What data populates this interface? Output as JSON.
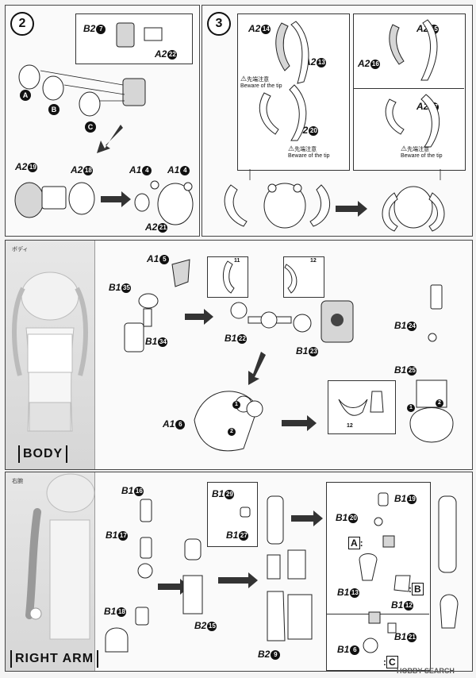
{
  "step2": {
    "number": "2"
  },
  "step3": {
    "number": "3"
  },
  "warning": {
    "jp": "先端注意",
    "en": "Beware of the tip"
  },
  "face_options": [
    "A",
    "B",
    "C"
  ],
  "sections": {
    "body": {
      "jp": "ボディ",
      "title": "BODY"
    },
    "arm": {
      "jp": "右腕",
      "title": "RIGHT ARM"
    }
  },
  "parts": {
    "b2_7": "B2",
    "b2_7n": "7",
    "a2_22": "A2",
    "a2_22n": "22",
    "a2_19": "A2",
    "a2_19n": "19",
    "a2_18": "A2",
    "a2_18n": "18",
    "a1_4a": "A1",
    "a1_4an": "4",
    "a1_4b": "A1",
    "a1_4bn": "4",
    "a2_21": "A2",
    "a2_21n": "21",
    "a2_14": "A2",
    "a2_14n": "14",
    "a2_13": "A2",
    "a2_13n": "13",
    "a2_20": "A2",
    "a2_20n": "20",
    "a2_15": "A2",
    "a2_15n": "15",
    "a2_16": "A2",
    "a2_16n": "16",
    "a2_17": "A2",
    "a2_17n": "17",
    "a1_5": "A1",
    "a1_5n": "5",
    "b1_35": "B1",
    "b1_35n": "35",
    "b1_34": "B1",
    "b1_34n": "34",
    "b1_22": "B1",
    "b1_22n": "22",
    "b1_23": "B1",
    "b1_23n": "23",
    "b1_24": "B1",
    "b1_24n": "24",
    "b1_25": "B1",
    "b1_25n": "25",
    "a1_6": "A1",
    "a1_6n": "6",
    "b1_16": "B1",
    "b1_16n": "16",
    "b1_17": "B1",
    "b1_17n": "17",
    "b1_18": "B1",
    "b1_18n": "18",
    "b2_15": "B2",
    "b2_15n": "15",
    "b1_29": "B1",
    "b1_29n": "29",
    "b1_27": "B1",
    "b1_27n": "27",
    "b2_9": "B2",
    "b2_9n": "9",
    "b1_19": "B1",
    "b1_19n": "19",
    "b1_20": "B1",
    "b1_20n": "20",
    "b1_13": "B1",
    "b1_13n": "13",
    "b1_12": "B1",
    "b1_12n": "12",
    "b1_21": "B1",
    "b1_21n": "21",
    "b1_6": "B1",
    "b1_6n": "6"
  },
  "arm_options": {
    "a": "A",
    "b": "B",
    "c": "C"
  },
  "cut_refs": {
    "r11": "11",
    "r12a": "12",
    "r12b": "12"
  },
  "watermark": "HOBBY SEARCH"
}
